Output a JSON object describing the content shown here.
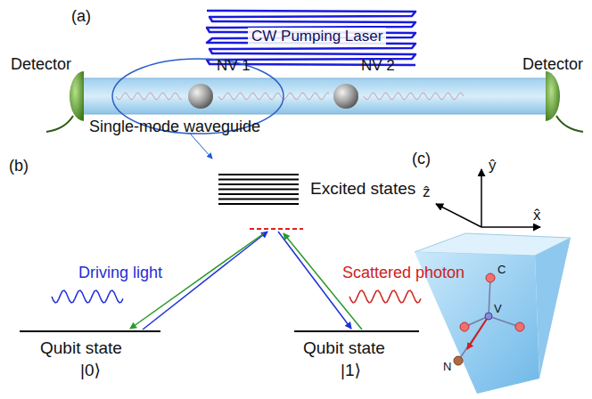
{
  "diagram": {
    "labels": [
      "(a)",
      "CW Pumping Laser",
      "Detector",
      "Detector",
      "NV 1",
      "NV 2",
      "Single-mode waveguide",
      "(b)",
      "Excited states",
      "Driving light",
      "Scattered photon",
      "Qubit state",
      "|0⟩",
      "Qubit state",
      "|1⟩",
      "(c)",
      "ŷ",
      "ẑ",
      "x̂",
      "C",
      "V",
      "N"
    ]
  }
}
